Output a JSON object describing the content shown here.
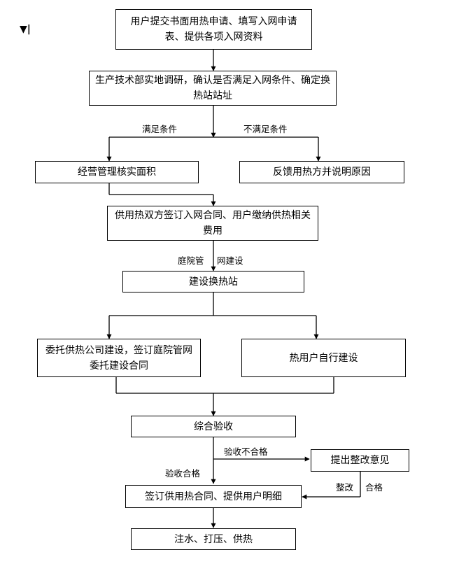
{
  "corner_mark": "▼|",
  "nodes": {
    "apply": "用户提交书面用热申请、填写入网申请表、提供各项入网资料",
    "survey": "生产技术部实地调研，确认是否满足入网条件、确定换热站站址",
    "check_area": "经营管理核实面积",
    "feedback": "反馈用热方并说明原因",
    "contract": "供用热双方签订入网合同、用户缴纳供热相关费用",
    "build_station": "建设换热站",
    "entrust": "委托供热公司建设，签订庭院管网委托建设合同",
    "self_build": "热用户自行建设",
    "acceptance": "综合验收",
    "rectify": "提出整改意见",
    "sign_supply": "签订供用热合同、提供用户明细",
    "supply": "注水、打压、供热"
  },
  "labels": {
    "meet": "满足条件",
    "not_meet": "不满足条件",
    "yard_left": "庭院管",
    "yard_right": "网建设",
    "fail": "验收不合格",
    "pass": "验收合格",
    "fix_left": "整改",
    "fix_right": "合格"
  }
}
